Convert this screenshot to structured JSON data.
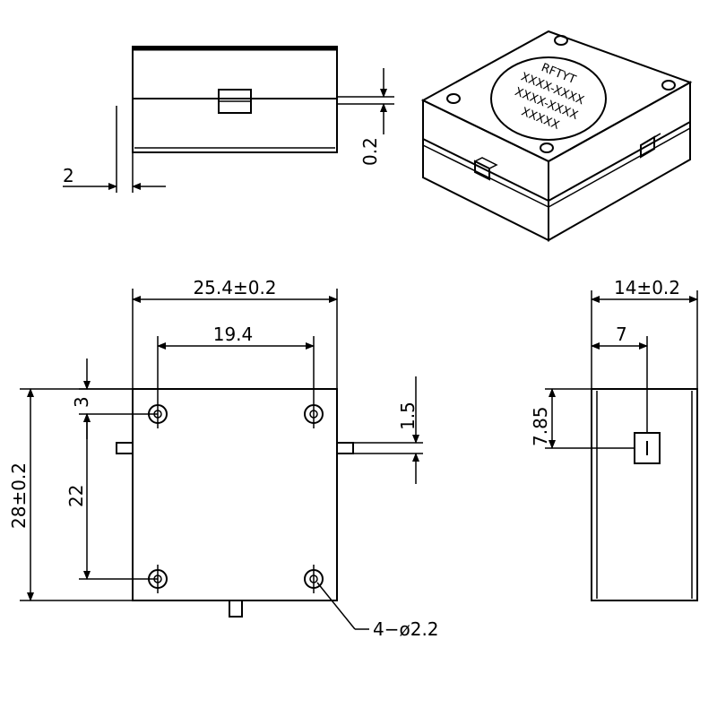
{
  "dimensions": {
    "side_pin_offset": "2",
    "side_gap": "0.2",
    "top_width": "25.4±0.2",
    "hole_spacing_x": "19.4",
    "hole_edge_offset": "3",
    "hole_spacing_y": "22",
    "overall_height": "28±0.2",
    "pin_width": "1.5",
    "holes_callout": "4−ø2.2",
    "end_width": "14±0.2",
    "end_pin_center": "7",
    "end_pin_height": "7.85"
  },
  "label": {
    "brand": "RFTYT",
    "line1": "XXXX-XXXX",
    "line2": "XXXX-XXXX",
    "line3": "XXXXX"
  }
}
